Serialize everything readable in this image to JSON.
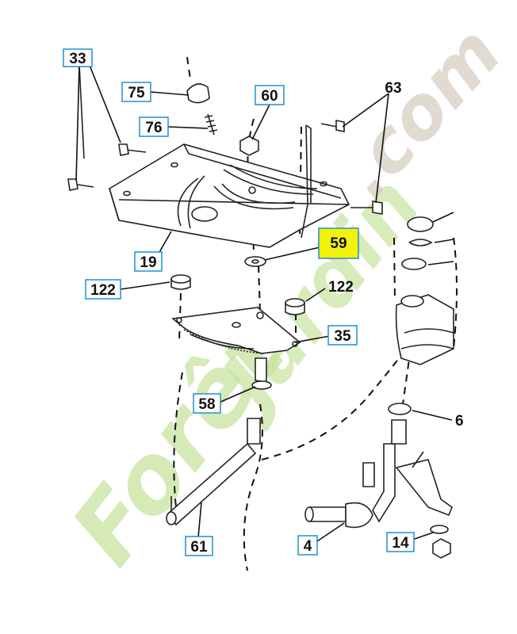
{
  "callouts": {
    "c33": "33",
    "c75": "75",
    "c60": "60",
    "c63": "63",
    "c76": "76",
    "c19": "19",
    "c59": "59",
    "c122a": "122",
    "c122b": "122",
    "c35": "35",
    "c58": "58",
    "c61": "61",
    "c4": "4",
    "c14": "14",
    "c6": "6"
  },
  "highlight_color": "#f3f20a",
  "box_color": "#1e8fd6",
  "watermark": {
    "text_green": "Forêt",
    "text_green2": "Jardin",
    "text_grey": ".com"
  }
}
